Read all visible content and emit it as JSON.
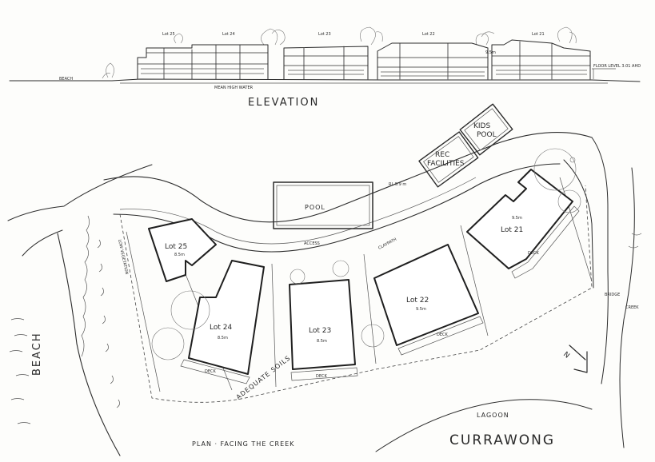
{
  "elevation": {
    "title": "ELEVATION",
    "lots": [
      "Lot 25",
      "Lot 24",
      "Lot 23",
      "Lot 22",
      "Lot 21"
    ],
    "beach": "BEACH",
    "water": "MEAN  HIGH  WATER",
    "height_mark": "9.5m",
    "floor_level": "FLOOR LEVEL 3.01 AHD"
  },
  "plan": {
    "title": "PLAN · FACING THE CREEK",
    "site_name": "CURRAWONG",
    "pool": "POOL",
    "rec": [
      "REC",
      "FACILITIES"
    ],
    "kids_pool": [
      "KIDS",
      "POOL"
    ],
    "rl": "RL 5.9 m",
    "access": "ACCESS",
    "path": "CLAYPATH",
    "beach": "BEACH",
    "lagoon": "LAGOON",
    "bridge": "BRIDGE",
    "creek": "CREEK",
    "veg_left": "LOW VEGETATION",
    "landscape": "ADEQUATE SOILS",
    "north": "N",
    "lots": [
      {
        "name": "Lot 25",
        "height": "8.5m"
      },
      {
        "name": "Lot 24",
        "height": "8.5m"
      },
      {
        "name": "Lot 23",
        "height": "8.5m"
      },
      {
        "name": "Lot 22",
        "height": "9.5m"
      },
      {
        "name": "Lot 21",
        "height": "9.5m"
      }
    ],
    "deck": "DECK"
  }
}
